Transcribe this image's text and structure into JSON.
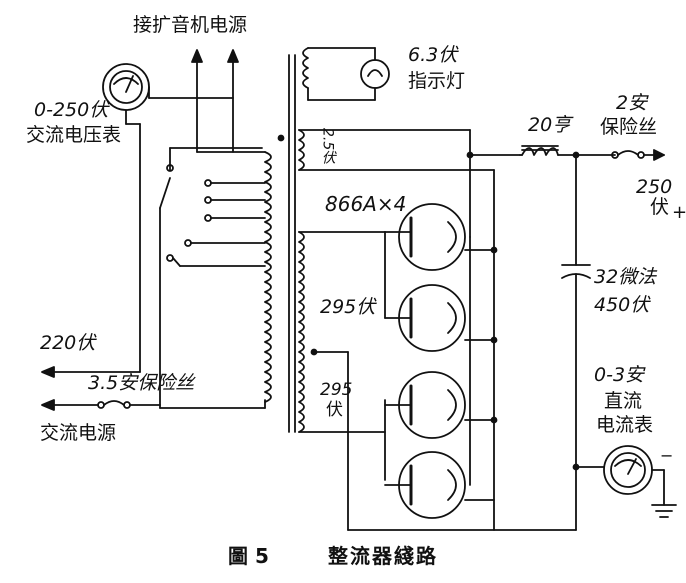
{
  "diagram": {
    "labels": {
      "amp_power": "接扩音机电源",
      "indicator_voltage": "6.3伏",
      "indicator_name": "指示灯",
      "voltmeter_range": "0-250伏",
      "voltmeter_name": "交流电压表",
      "filament_voltage": "2.5伏",
      "tube_spec": "866A×4",
      "choke": "20亨",
      "output_fuse_rating": "2安",
      "output_fuse_name": "保险丝",
      "output_voltage": "250",
      "output_voltage_unit": "伏",
      "output_plus": "+",
      "upper_half_voltage": "295伏",
      "lower_half_voltage": "295",
      "lower_half_unit": "伏",
      "capacitor_value": "32微法",
      "capacitor_voltage": "450伏",
      "ammeter_range": "0-3安",
      "ammeter_name_1": "直流",
      "ammeter_name_2": "电流表",
      "ammeter_minus": "−",
      "mains_voltage": "220伏",
      "input_fuse": "3.5安保险丝",
      "mains_name": "交流电源"
    },
    "caption": {
      "number": "圖 5",
      "title": "整流器綫路"
    },
    "icons": {
      "voltmeter": "meter-icon",
      "ammeter": "meter-icon",
      "lamp": "lamp-icon",
      "tube": "rectifier-tube-icon",
      "ground": "ground-icon"
    }
  }
}
